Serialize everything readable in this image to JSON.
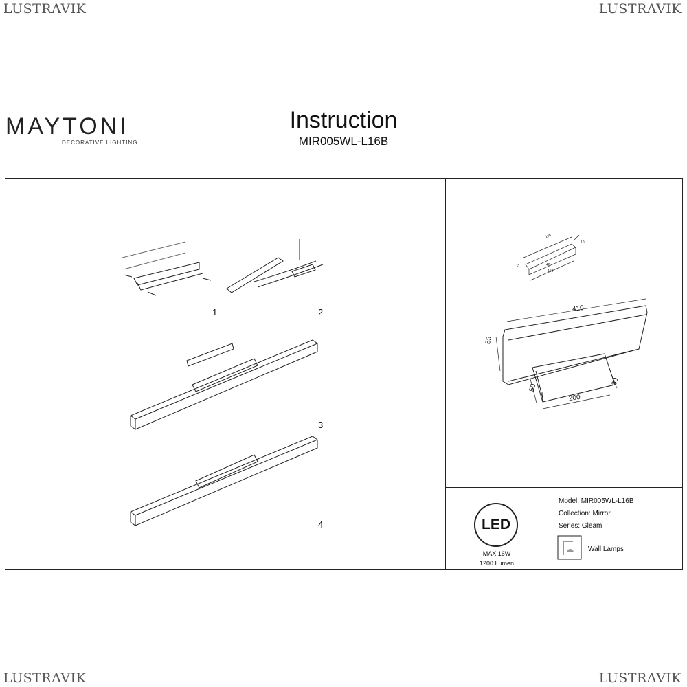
{
  "watermark": "LUSTRAVIK",
  "brand": {
    "name": "MAYTONI",
    "tagline": "DECORATIVE LIGHTING"
  },
  "header": {
    "title": "Instruction",
    "model": "MIR005WL-L16B"
  },
  "steps": [
    "1",
    "2",
    "3",
    "4"
  ],
  "dimensions": {
    "bracket_length": "175",
    "bracket_depth": "10",
    "bracket_height": "22",
    "bracket_hole": "46",
    "bracket_span": "150",
    "length": "410",
    "height": "55",
    "base_width": "200",
    "base_depth": "50",
    "base_height": "30"
  },
  "specs": {
    "led_label": "LED",
    "power": "MAX 16W",
    "lumen": "1200 Lumen",
    "model": "Model: MIR005WL-L16B",
    "collection": "Collection: Mirror",
    "series": "Series: Gleam",
    "type": "Wall Lamps"
  }
}
